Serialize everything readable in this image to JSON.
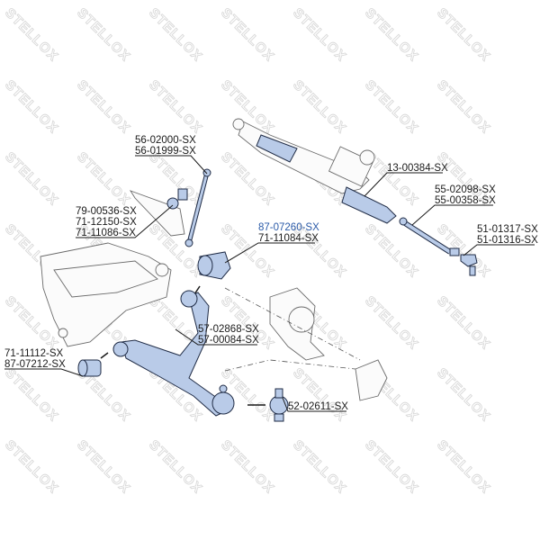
{
  "watermark": "STELLOX",
  "colors": {
    "part_fill": "#b9cbe8",
    "outline": "#1f2b45",
    "highlight_label": "#2a5aa8"
  },
  "callouts": [
    {
      "name": "stabilizer-link",
      "codes": [
        "56-02000-SX",
        "56-01999-SX"
      ]
    },
    {
      "name": "stabilizer-bushing",
      "codes": [
        "79-00536-SX",
        "71-12150-SX",
        "71-11086-SX"
      ]
    },
    {
      "name": "rear-arm-bushing",
      "codes": [
        "87-07260-SX",
        "71-11084-SX"
      ],
      "highlighted": "87-07260-SX"
    },
    {
      "name": "steering-boot",
      "codes": [
        "13-00384-SX"
      ]
    },
    {
      "name": "tie-rod",
      "codes": [
        "55-02098-SX",
        "55-00358-SX"
      ]
    },
    {
      "name": "tie-rod-end",
      "codes": [
        "51-01317-SX",
        "51-01316-SX"
      ]
    },
    {
      "name": "control-arm",
      "codes": [
        "57-02868-SX",
        "57-00084-SX"
      ]
    },
    {
      "name": "front-arm-bushing",
      "codes": [
        "71-11112-SX",
        "87-07212-SX"
      ]
    },
    {
      "name": "ball-joint",
      "codes": [
        "52-02611-SX"
      ]
    }
  ]
}
